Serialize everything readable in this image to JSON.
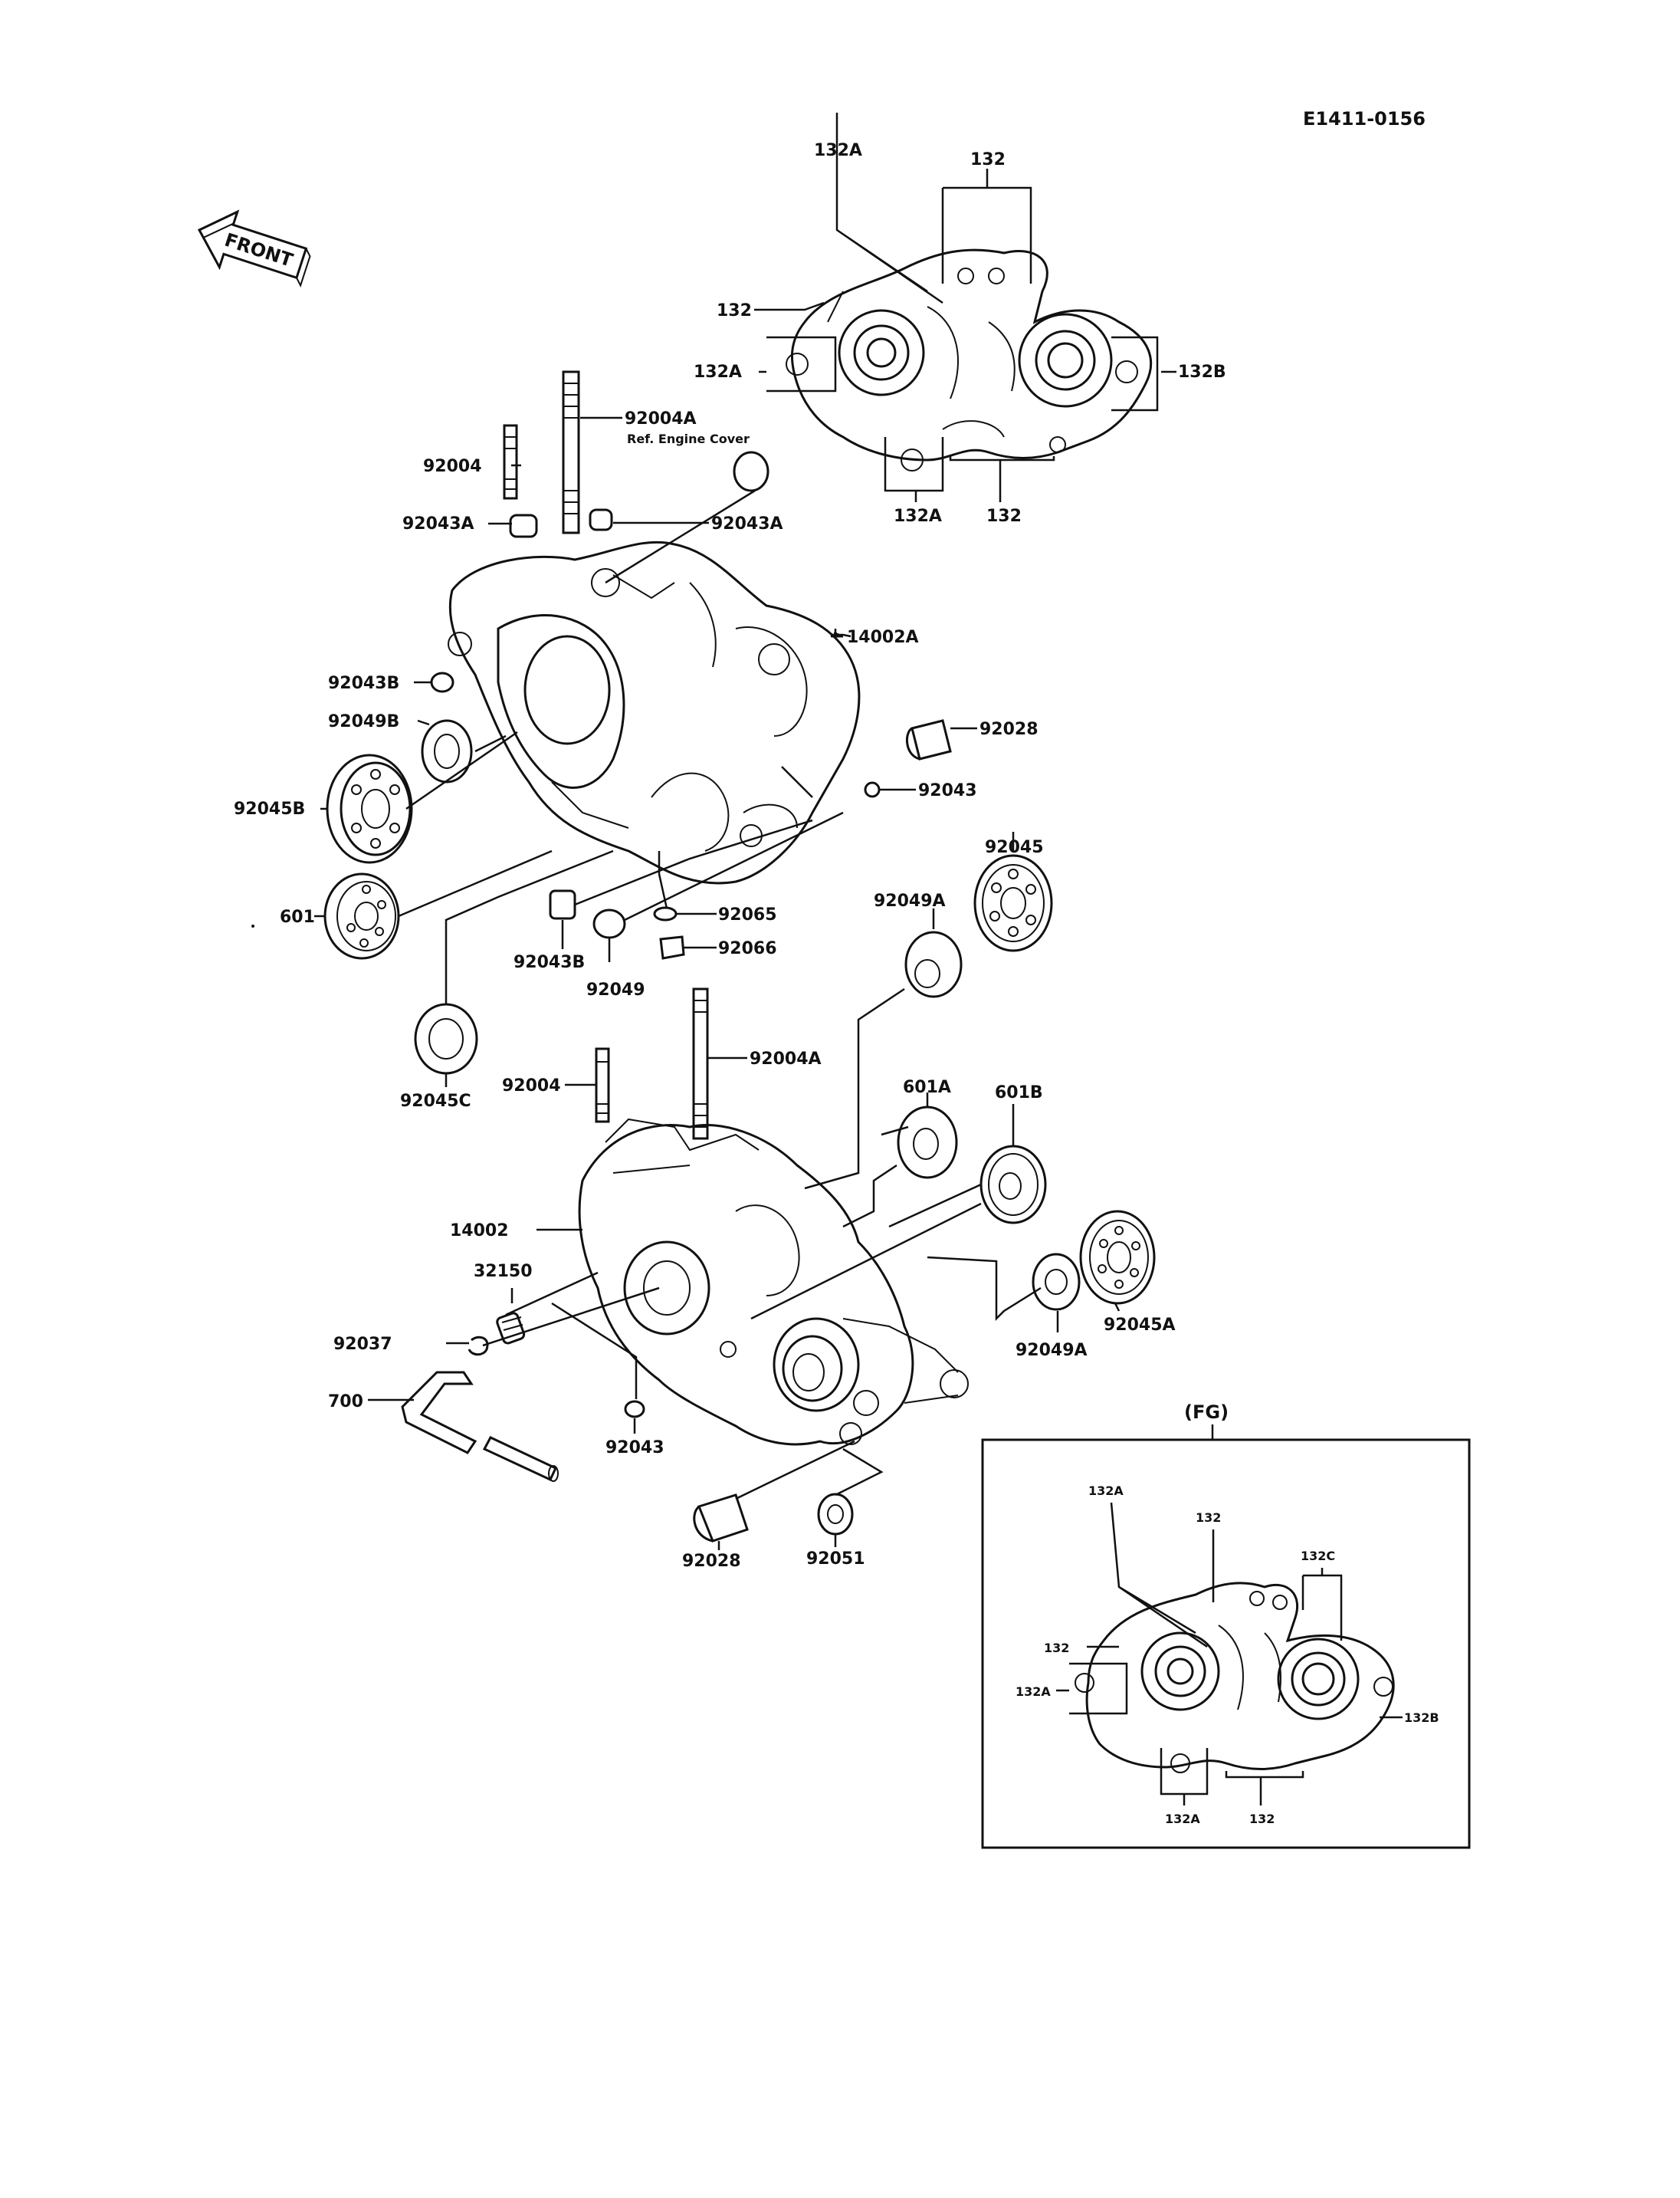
{
  "header": {
    "ref_code": "E1411-0156"
  },
  "front_arrow": {
    "label": "FRONT"
  },
  "top_view": {
    "labels": [
      "132A",
      "132",
      "132",
      "132A",
      "132B",
      "132A",
      "132"
    ]
  },
  "main": {
    "note": "Ref. Engine Cover",
    "parts": {
      "p92004A_top": "92004A",
      "p92004_top": "92004",
      "p92043A_left": "92043A",
      "p92043A_right": "92043A",
      "p14002A": "14002A",
      "p92043B_top": "92043B",
      "p92049B": "92049B",
      "p92045B": "92045B",
      "p92028_right": "92028",
      "p92043_right": "92043",
      "p601": "601",
      "p92045": "92045",
      "p92049A_top": "92049A",
      "p92065": "92065",
      "p92066": "92066",
      "p92043B_mid": "92043B",
      "p92049": "92049",
      "p92045C": "92045C",
      "p92004A_mid": "92004A",
      "p92004_mid": "92004",
      "p601A": "601A",
      "p601B": "601B",
      "p14002": "14002",
      "p32150": "32150",
      "p92037": "92037",
      "p700": "700",
      "p92043_bottom": "92043",
      "p92049A_bottom": "92049A",
      "p92045A": "92045A",
      "p92028_bottom": "92028",
      "p92051": "92051"
    }
  },
  "fg_inset": {
    "title": "(FG)",
    "labels": [
      "132A",
      "132",
      "132C",
      "132",
      "132A",
      "132B",
      "132A",
      "132"
    ]
  }
}
